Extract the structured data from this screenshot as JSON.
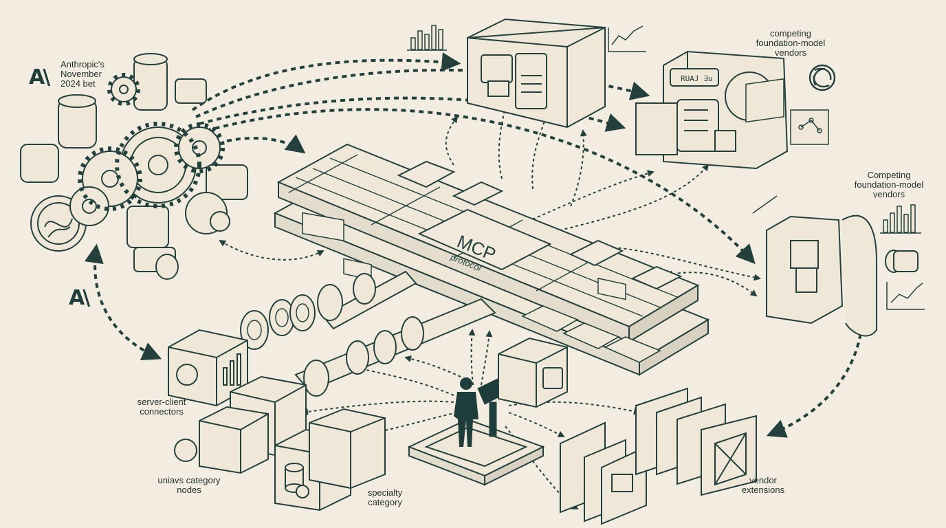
{
  "labels": {
    "anthropic_bet": [
      "Anthropic's",
      "November",
      "2024 bet"
    ],
    "competing_top": [
      "competing",
      "foundation-model",
      "vendors"
    ],
    "competing_right": [
      "Competing",
      "foundation-model",
      "vendors"
    ],
    "server_client": [
      "server-client",
      "connectors"
    ],
    "unique_nodes": [
      "uniavs category",
      "nodes"
    ],
    "specialty": [
      "specialty",
      "category"
    ],
    "vendor_ext": [
      "vendor",
      "extensions"
    ],
    "mcp_sign": "MCP",
    "protocol_word": "protocol",
    "rotated_sign": "RUAJ Ǝu"
  },
  "logos": {
    "anthropic_mark": "A\\"
  },
  "colors": {
    "ink": "#23403c",
    "paper": "#f3ede1",
    "accent": "#1f3d3a"
  }
}
